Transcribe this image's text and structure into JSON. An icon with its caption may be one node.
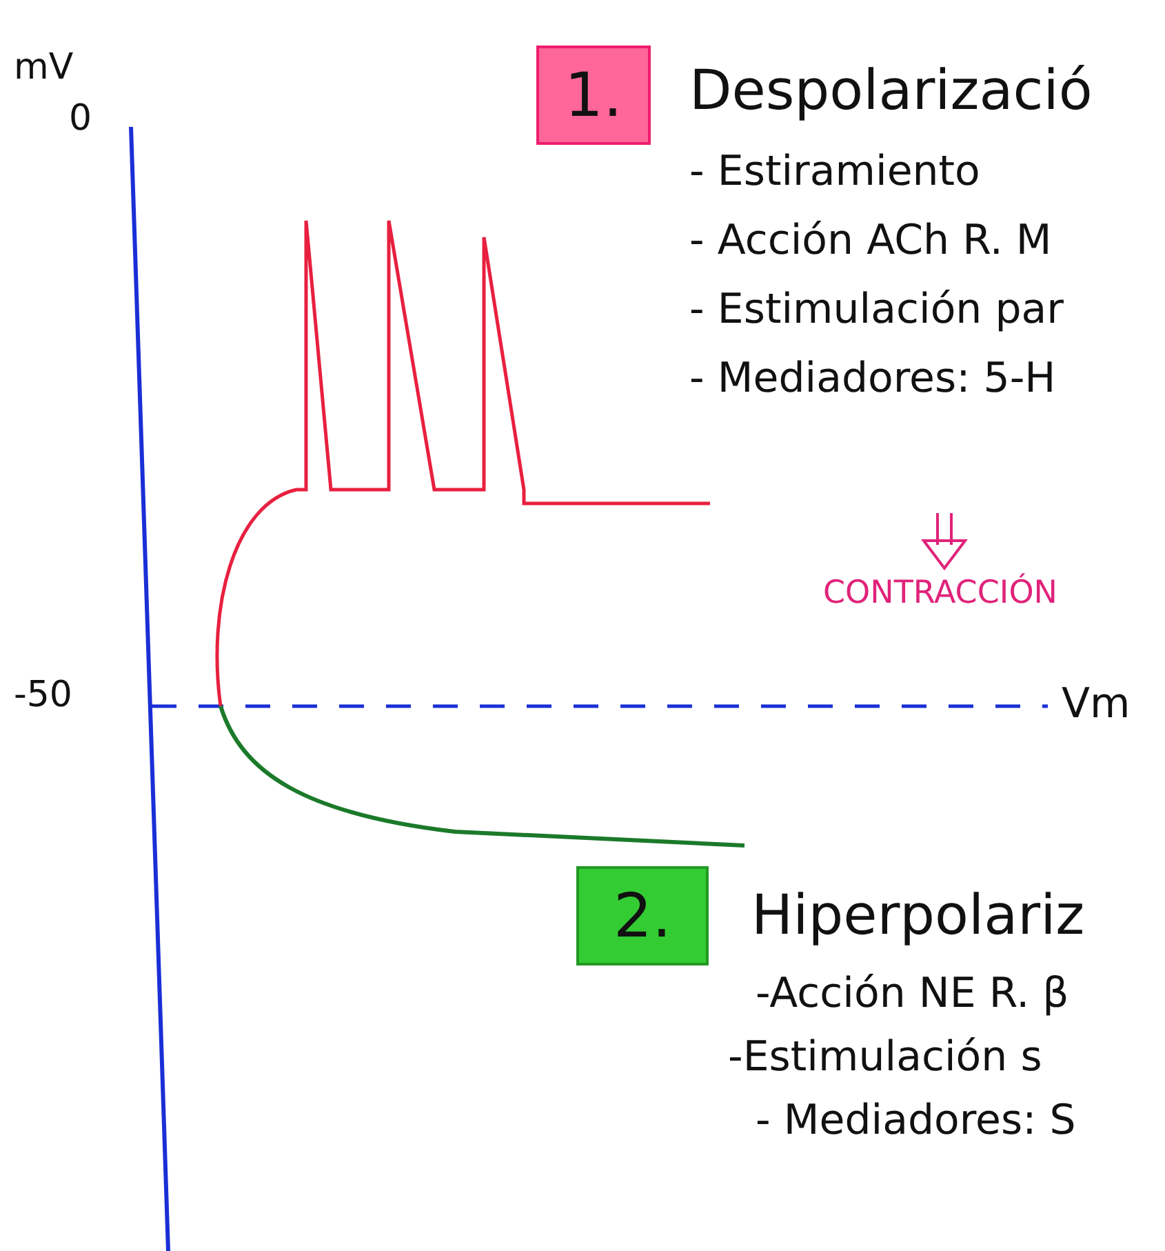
{
  "diagram": {
    "nodes": [
      {
        "text": [
          "1."
        ]
      },
      {
        "text": [
          "2."
        ]
      }
    ],
    "labels": [
      "mV",
      "0",
      "-50",
      "Despolarizació",
      "- Estiramiento",
      "- Acción ACh R. M",
      "- Estimulación par",
      "- Mediadores: 5-H",
      "CONTRACCIÓN",
      "Vm",
      "Hiperpolariz",
      "-Acción NE R. β",
      "-Estimulación s",
      "- Mediadores: S"
    ]
  }
}
